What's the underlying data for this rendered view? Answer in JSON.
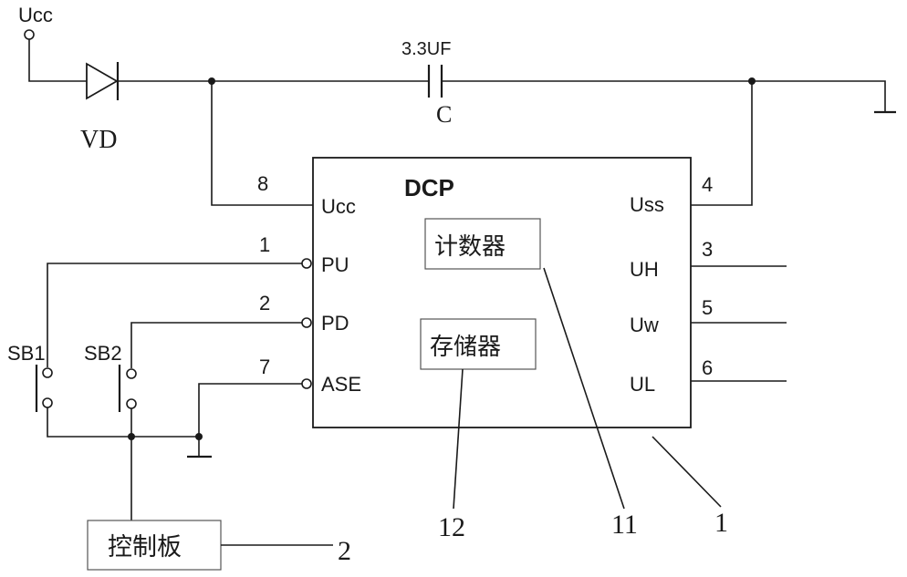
{
  "power": {
    "ucc_label": "Ucc"
  },
  "diode": {
    "label": "VD"
  },
  "capacitor": {
    "value": "3.3UF",
    "label": "C"
  },
  "chip": {
    "title": "DCP",
    "pins_left": [
      {
        "name": "Ucc",
        "number": "8"
      },
      {
        "name": "PU",
        "number": "1"
      },
      {
        "name": "PD",
        "number": "2"
      },
      {
        "name": "ASE",
        "number": "7"
      }
    ],
    "pins_right": [
      {
        "name": "Uss",
        "number": "4"
      },
      {
        "name": "UH",
        "number": "3"
      },
      {
        "name": "Uw",
        "number": "5"
      },
      {
        "name": "UL",
        "number": "6"
      }
    ],
    "counter": "计数器",
    "memory": "存储器"
  },
  "switches": {
    "sb1": "SB1",
    "sb2": "SB2"
  },
  "control_board": {
    "label": "控制板"
  },
  "callouts": {
    "chip": "1",
    "control_board": "2",
    "counter": "11",
    "memory": "12"
  }
}
